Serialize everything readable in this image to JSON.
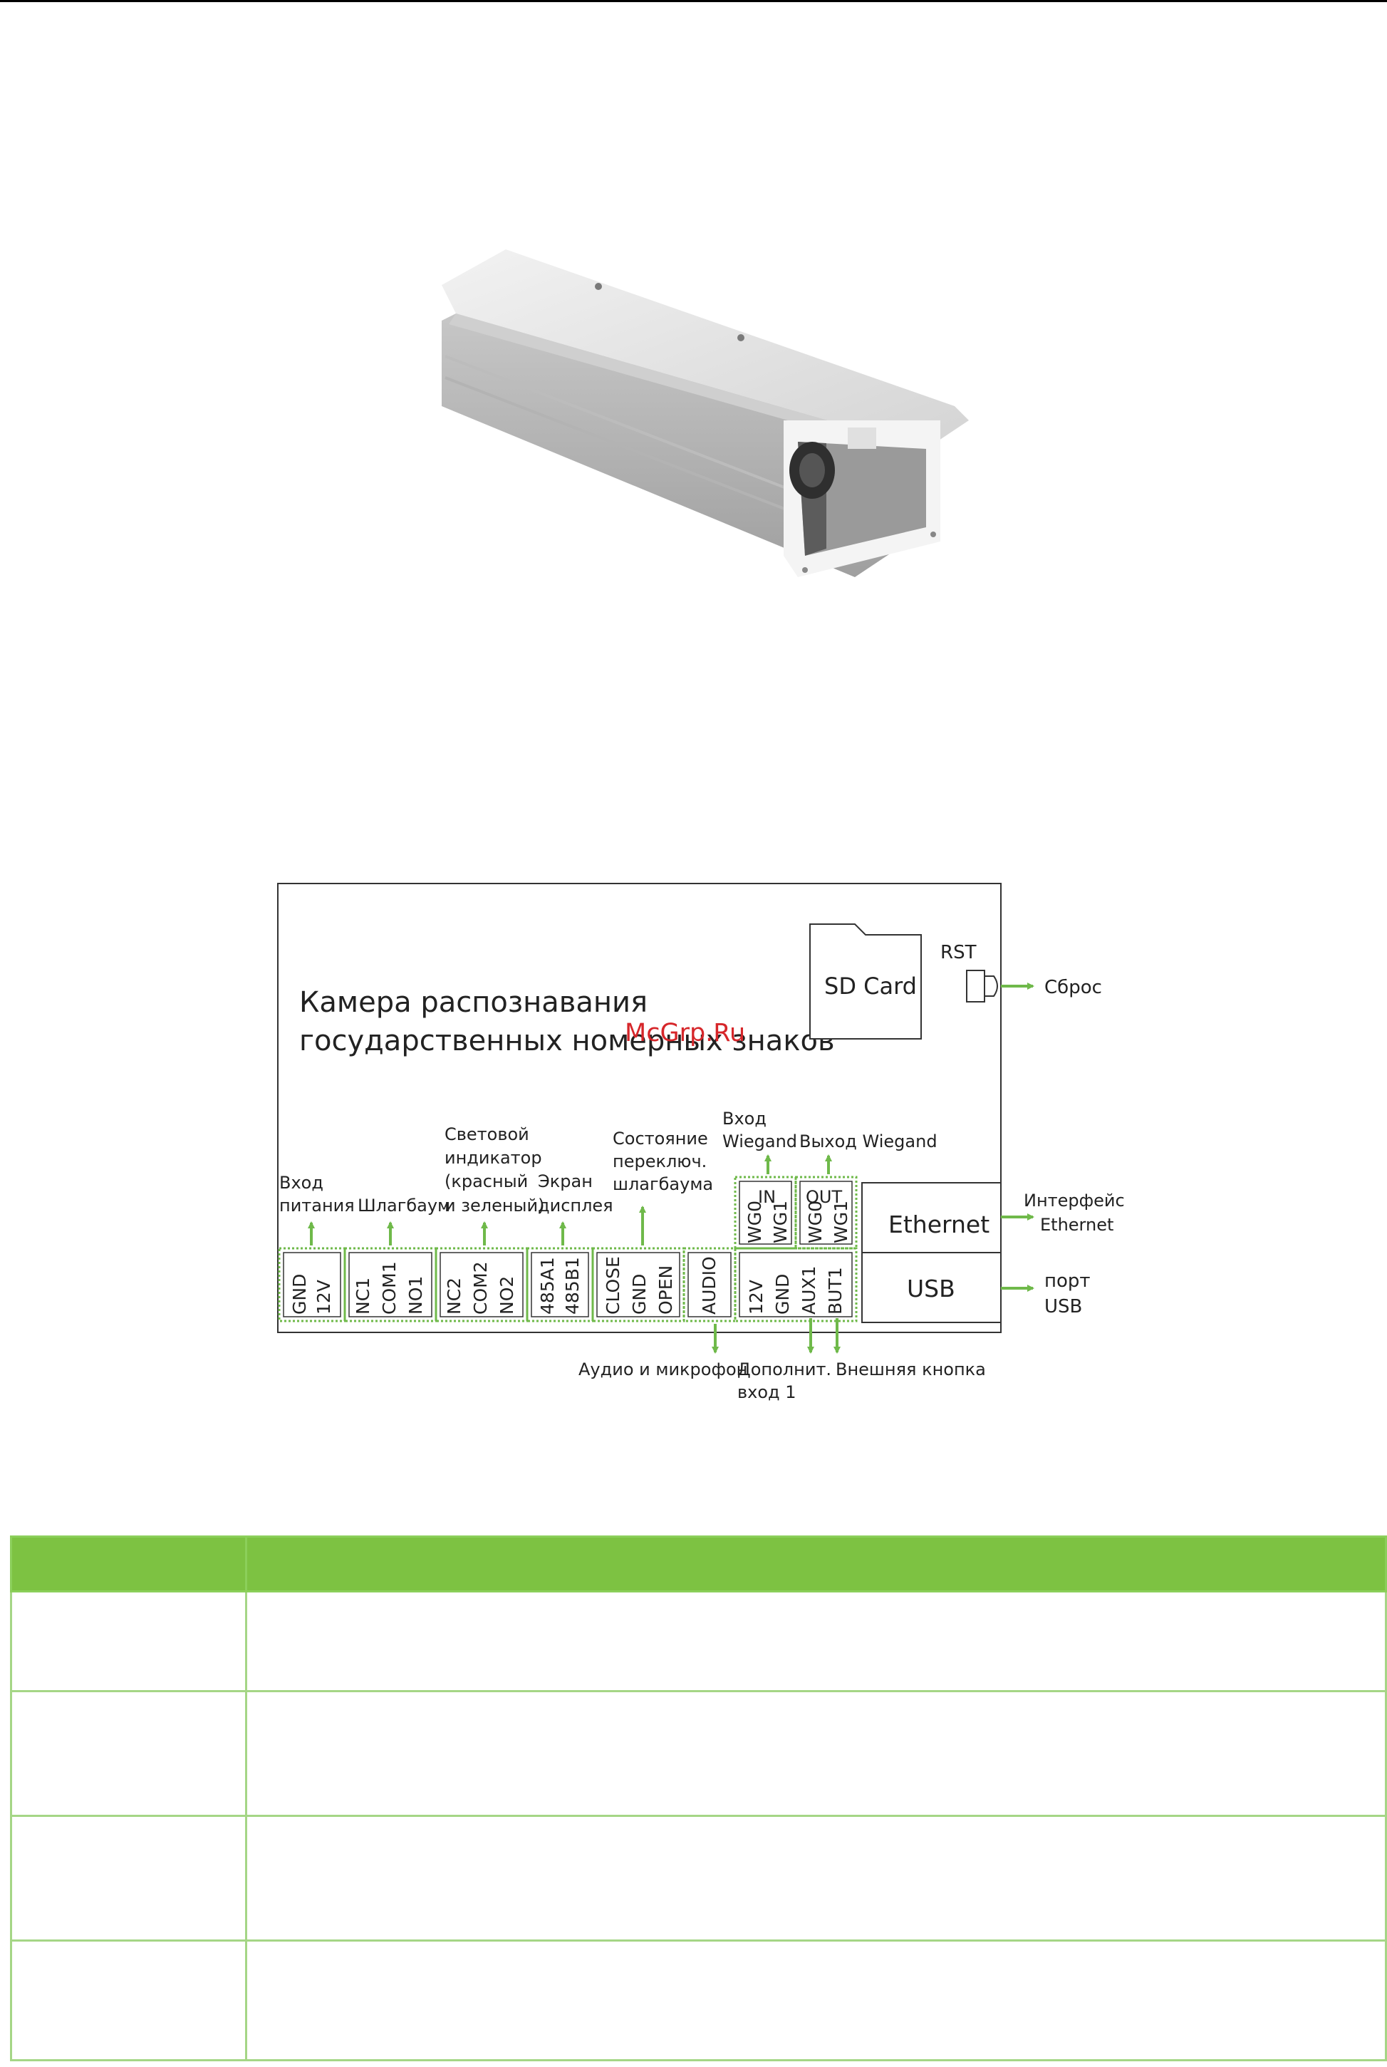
{
  "diagram": {
    "title_line1": "Камера распознавания",
    "title_line2": "государственных номерных знаков",
    "watermark": "McGrp.Ru",
    "sd_card": "SD Card",
    "rst": "RST",
    "reset": "Сброс",
    "ethernet_box": "Ethernet",
    "usb_box": "USB",
    "ethernet_label_1": "Интерфейс",
    "ethernet_label_2": "Ethernet",
    "usb_label_1": "порт",
    "usb_label_2": "USB",
    "power_label_1": "Вход",
    "power_label_2": "питания",
    "barrier_label": "Шлагбаум",
    "light_label_1": "Световой",
    "light_label_2": "индикатор",
    "light_label_3": "(красный",
    "light_label_4": "и зеленый)",
    "display_label_1": "Экран",
    "display_label_2": "дисплея",
    "state_label_1": "Состояние",
    "state_label_2": "переключ.",
    "state_label_3": "шлагбаума",
    "wiegand_in_label_1": "Вход",
    "wiegand_in_label_2": "Wiegand",
    "wiegand_out_label": "Выход Wiegand",
    "audio_label": "Аудио и микрофон",
    "aux_label_1": "Дополнит.",
    "aux_label_2": "вход 1",
    "button_label": "Внешняя кнопка",
    "in_header": "IN",
    "out_header": "OUT",
    "pins": {
      "gnd": "GND",
      "v12": "12V",
      "nc1": "NC1",
      "com1": "COM1",
      "no1": "NO1",
      "nc2": "NC2",
      "com2": "COM2",
      "no2": "NO2",
      "a485": "485A1",
      "b485": "485B1",
      "close": "CLOSE",
      "gnd2": "GND",
      "open": "OPEN",
      "audio": "AUDIO",
      "v12b": "12V",
      "gnd3": "GND",
      "aux1": "AUX1",
      "but1": "BUT1",
      "wg0_in": "WG0",
      "wg1_in": "WG1",
      "wg0_out": "WG0",
      "wg1_out": "WG1"
    }
  },
  "colors": {
    "accent_green": "#7dc242",
    "dotted_green": "#6fb94a",
    "header_border": "#8bcf5a",
    "cell_border": "#a5d686"
  },
  "table": {
    "rows": 4
  }
}
